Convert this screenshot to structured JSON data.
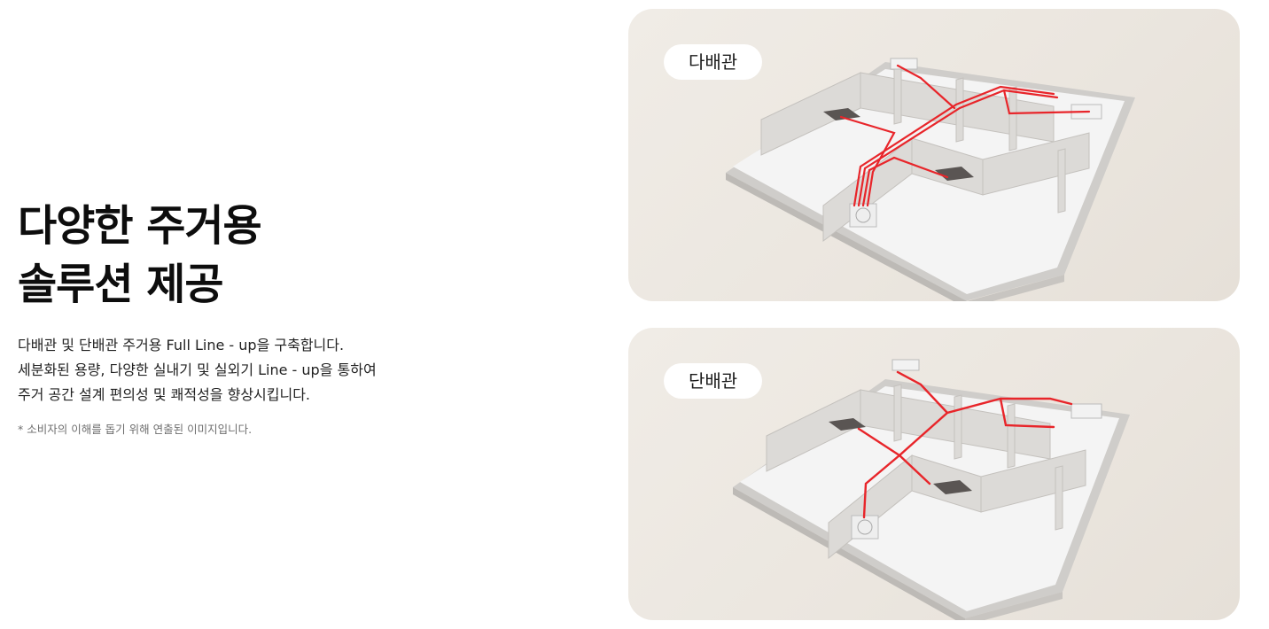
{
  "hero": {
    "title_line1": "다양한 주거용",
    "title_line2": "솔루션 제공",
    "description": [
      "다배관 및 단배관 주거용 Full Line - up을 구축합니다.",
      "세분화된 용량, 다양한 실내기 및 실외기 Line - up을 통하여",
      "주거 공간 설계 편의성 및 쾌적성을 향상시킵니다."
    ],
    "note": "* 소비자의 이해를 돕기 위해 연출된 이미지입니다."
  },
  "cards": [
    {
      "label": "다배관",
      "illustration": "multi-pipe-floorplan"
    },
    {
      "label": "단배관",
      "illustration": "single-pipe-floorplan"
    }
  ],
  "colors": {
    "card_background": "#ece7e0",
    "pipe": "#e8252a",
    "floor": "#f4f4f4",
    "wall": "#d8d6d3",
    "indoor_unit": "#5a5553"
  }
}
